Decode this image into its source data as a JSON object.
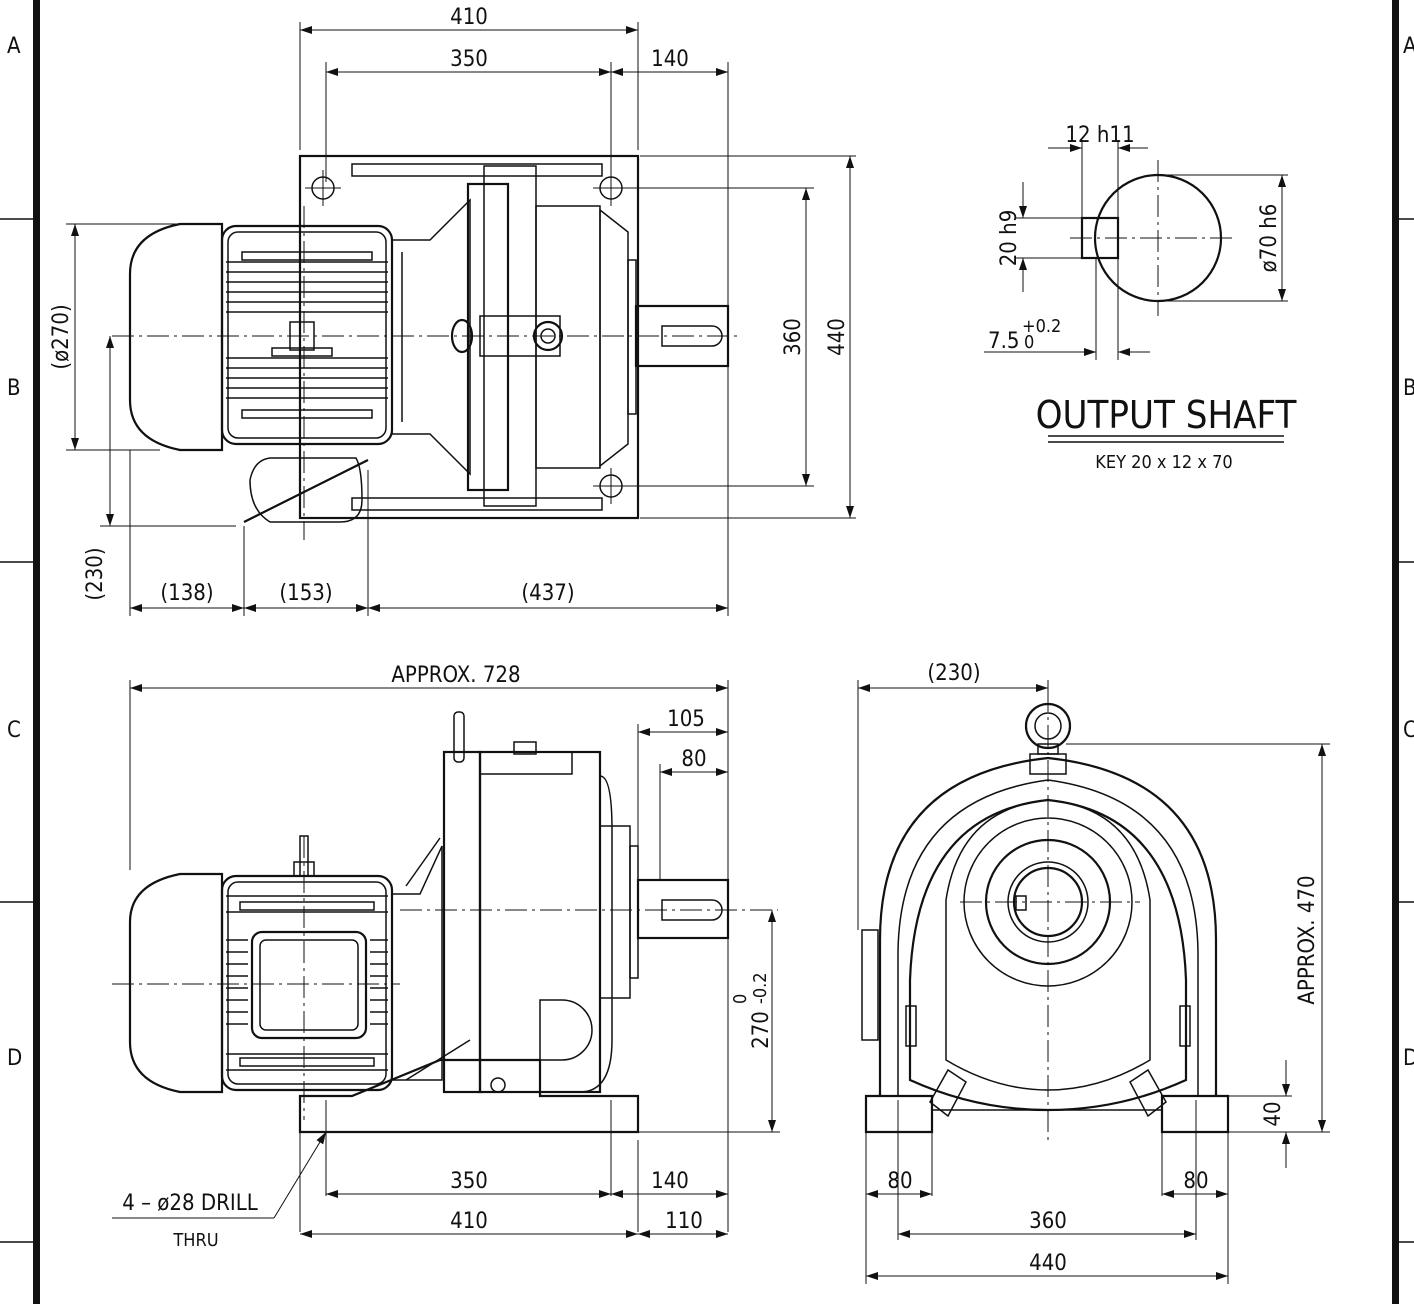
{
  "zones": {
    "left": [
      "A",
      "B",
      "C",
      "D"
    ],
    "right": [
      "A",
      "B",
      "C",
      "D"
    ]
  },
  "top_view": {
    "dim_410": "410",
    "dim_350": "350",
    "dim_140": "140",
    "dim_360": "360",
    "dim_440": "440",
    "dim_dia270": "(ø270)",
    "dim_230": "(230)",
    "dim_138": "(138)",
    "dim_153": "(153)",
    "dim_437": "(437)"
  },
  "output_shaft": {
    "title": "OUTPUT SHAFT",
    "key": "KEY 20 x 12 x 70",
    "dim_key_width": "12 h11",
    "dim_key_height": "20 h9",
    "dim_diameter": "ø70 h6",
    "dim_depth": "7.5",
    "dim_depth_tol_upper": "+0.2",
    "dim_depth_tol_lower": "0"
  },
  "side_view": {
    "overall": "APPROX. 728",
    "dim_105": "105",
    "dim_80": "80",
    "dim_height": "270",
    "dim_height_tol_upper": "0",
    "dim_height_tol_lower": "-0.2",
    "dim_350": "350",
    "dim_140": "140",
    "dim_410": "410",
    "dim_110": "110",
    "note_line1": "4 – ø28 DRILL",
    "note_line2": "THRU"
  },
  "end_view": {
    "dim_230": "(230)",
    "overall_height": "APPROX. 470",
    "dim_40": "40",
    "dim_80_left": "80",
    "dim_80_right": "80",
    "dim_360": "360",
    "dim_440": "440"
  }
}
